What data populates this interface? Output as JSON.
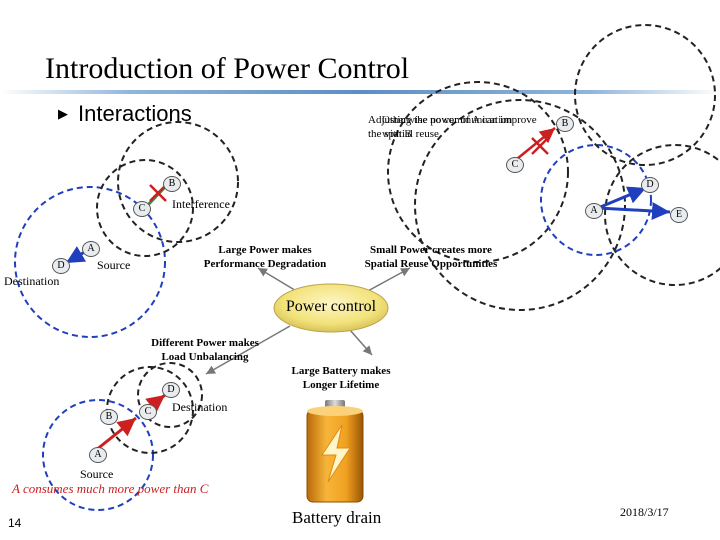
{
  "slide": {
    "title": "Introduction of Power Control",
    "bullet": "Interactions",
    "page_number": "14",
    "date": "2018/3/17"
  },
  "center": {
    "label": "Power control"
  },
  "effects": {
    "interference": "Interference",
    "large_power": "Large Power makes Performance Degradation",
    "small_power": "Small Power creates more Spatial Reuse Opportunities",
    "different_power": "Different Power makes Load Unbalancing",
    "large_battery": "Large Battery makes Longer Lifetime",
    "battery_caption": "Battery drain"
  },
  "left_scenario": {
    "nodes": [
      "A",
      "B",
      "C",
      "D"
    ],
    "source": "Source",
    "destination": "Destination"
  },
  "right_scenario": {
    "nodes": [
      "A",
      "B",
      "C",
      "D",
      "E"
    ],
    "overlap_text_1": "Adjusting the power of A can improve the spatial reuse",
    "overlap_text_2": "Otherwise no communication with B"
  },
  "bottom_scenario": {
    "nodes": [
      "A",
      "B",
      "C",
      "D"
    ],
    "source": "Source",
    "destination": "Destination",
    "note": "A consumes much more power than C"
  },
  "colors": {
    "accent_blue": "#1f3fbf",
    "red": "#cc1f1f",
    "oval_fill": "#f2e27a",
    "battery_orange": "#f0a020"
  }
}
